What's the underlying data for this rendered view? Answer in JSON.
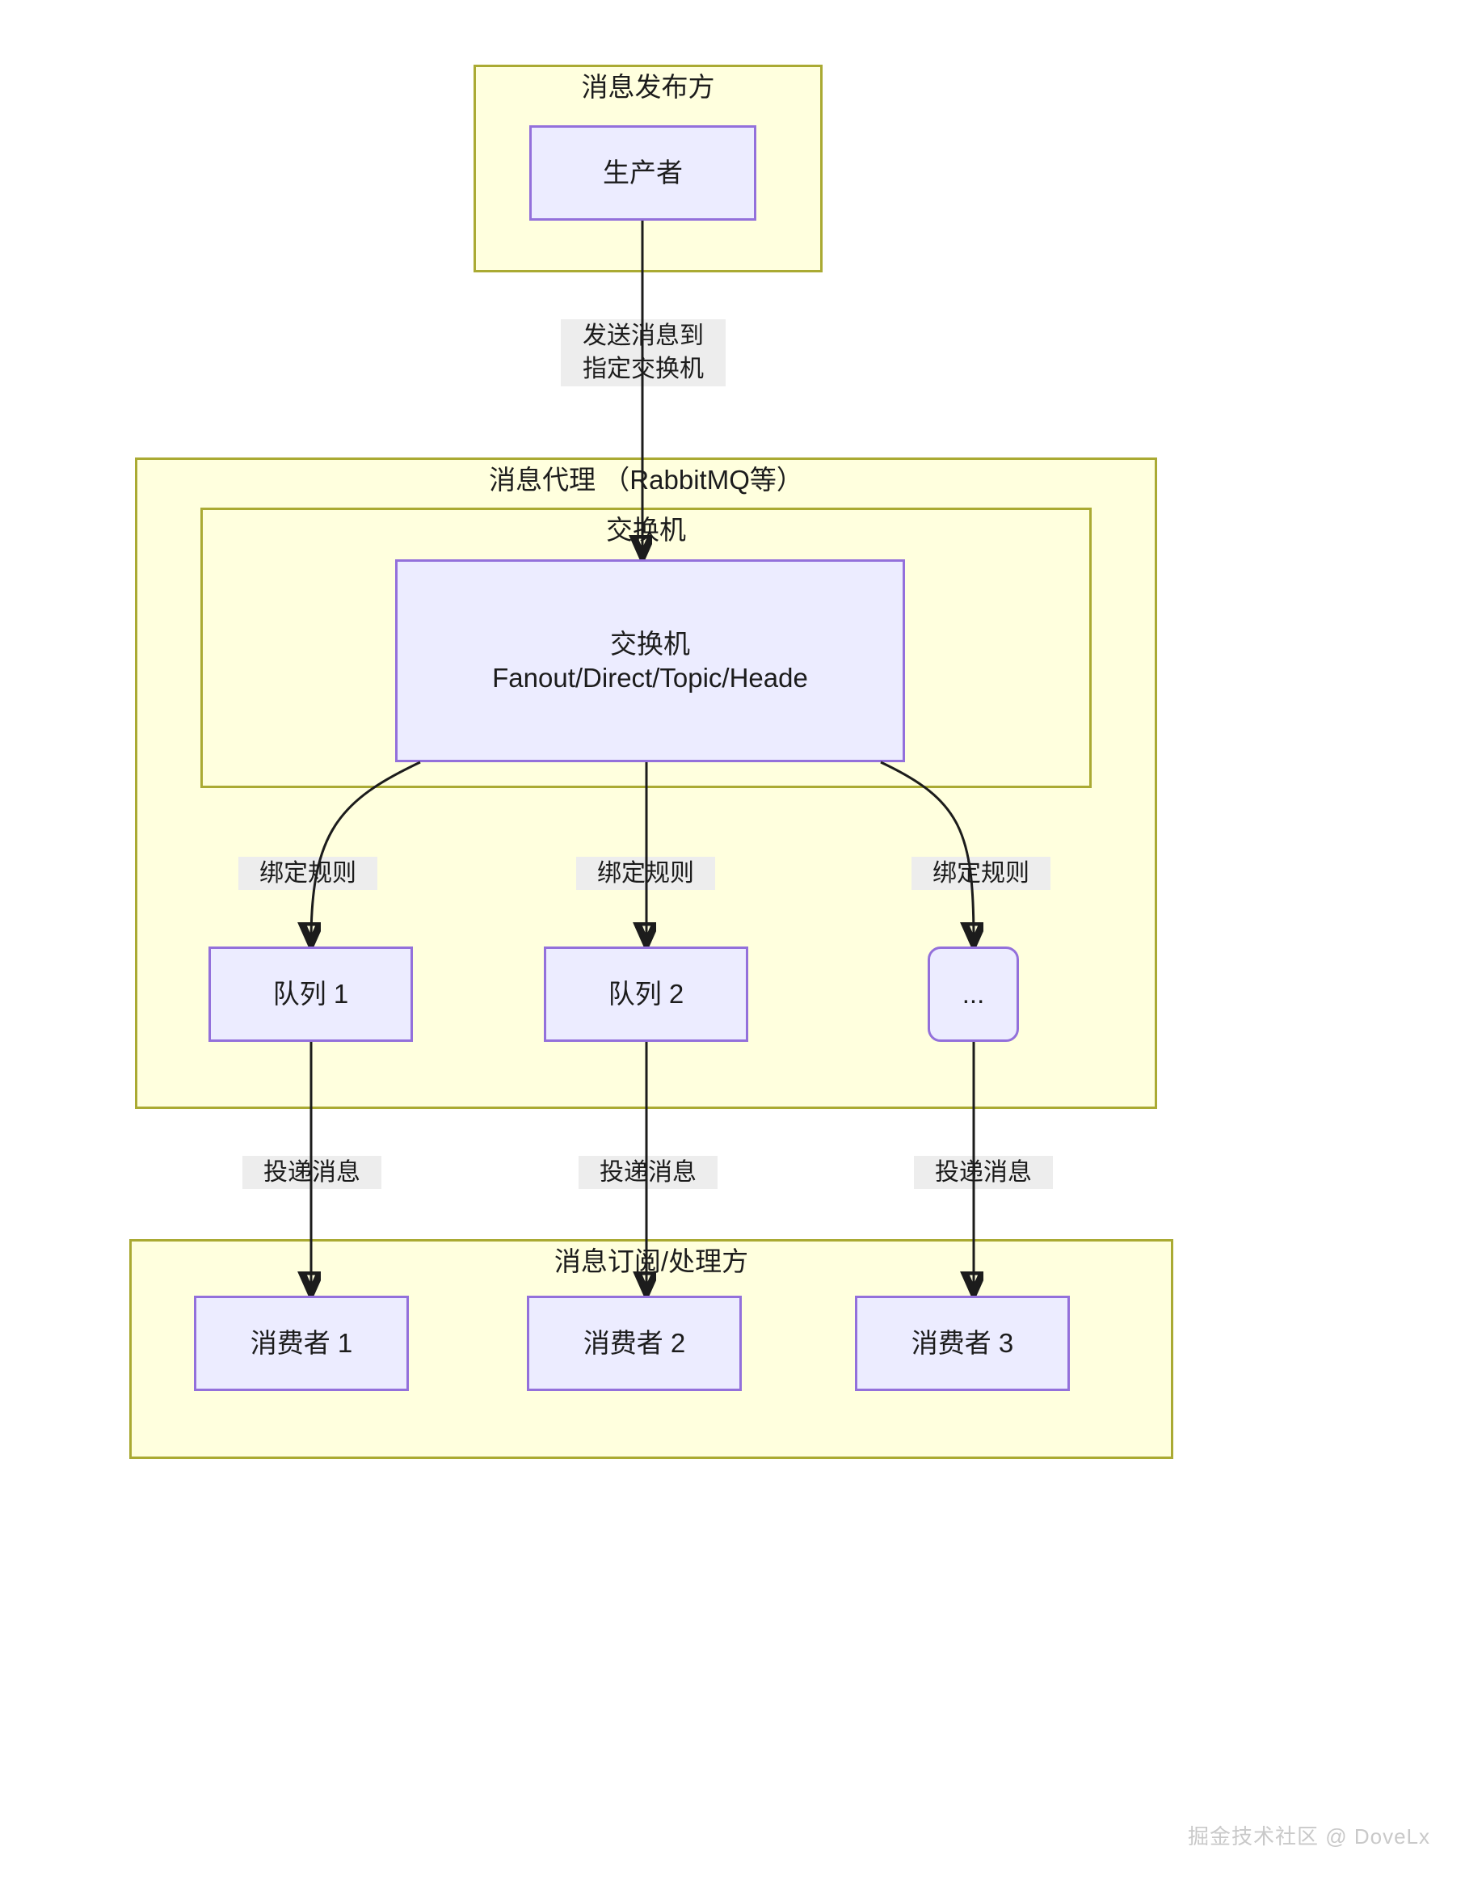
{
  "diagram": {
    "title_publisher_group": "消息发布方",
    "title_broker_group": "消息代理 （RabbitMQ等）",
    "title_exchange_group": "交换机",
    "title_consumer_group": "消息订阅/处理方",
    "nodes": {
      "producer": "生产者",
      "exchange_line1": "交换机",
      "exchange_line2": "Fanout/Direct/Topic/Heade",
      "queue1": "队列 1",
      "queue2": "队列 2",
      "queue3": "...",
      "consumer1": "消费者 1",
      "consumer2": "消费者 2",
      "consumer3": "消费者 3"
    },
    "edge_labels": {
      "publish_line1": "发送消息到",
      "publish_line2": "指定交换机",
      "binding1": "绑定规则",
      "binding2": "绑定规则",
      "binding3": "绑定规则",
      "deliver1": "投递消息",
      "deliver2": "投递消息",
      "deliver3": "投递消息"
    },
    "colors": {
      "group_fill": "#ffffde",
      "group_border": "#aaaa33",
      "node_fill": "#ececff",
      "node_border": "#9370db",
      "edge_stroke": "#1c1c1c",
      "label_bg": "#ededed",
      "watermark": "#c9c9c9"
    },
    "watermark": "掘金技术社区 @ DoveLx"
  }
}
